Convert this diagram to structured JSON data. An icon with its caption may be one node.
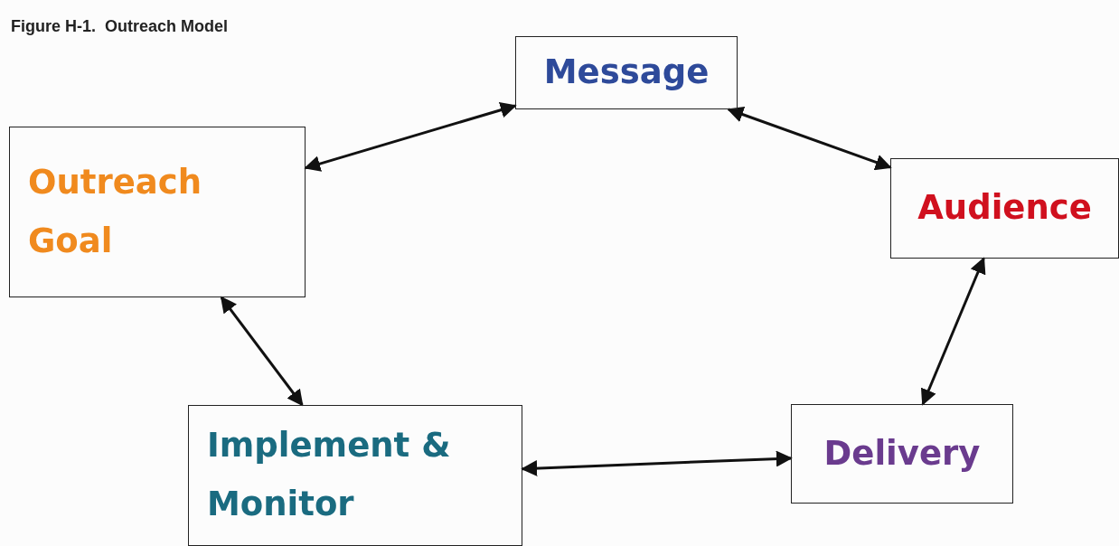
{
  "diagram": {
    "title": "Figure H-1.  Outreach Model",
    "nodes": [
      {
        "text": [
          "Message"
        ]
      },
      {
        "text": [
          "Outreach Goal"
        ]
      },
      {
        "text": [
          "Audience"
        ]
      },
      {
        "text": [
          "Implement & Monitor"
        ]
      },
      {
        "text": [
          "Delivery"
        ]
      }
    ],
    "edges": [
      {
        "from": 1,
        "to": 0,
        "arrow": "both"
      },
      {
        "from": 0,
        "to": 2,
        "arrow": "both"
      },
      {
        "from": 2,
        "to": 4,
        "arrow": "both"
      },
      {
        "from": 4,
        "to": 3,
        "arrow": "both"
      },
      {
        "from": 3,
        "to": 1,
        "arrow": "both"
      }
    ]
  }
}
